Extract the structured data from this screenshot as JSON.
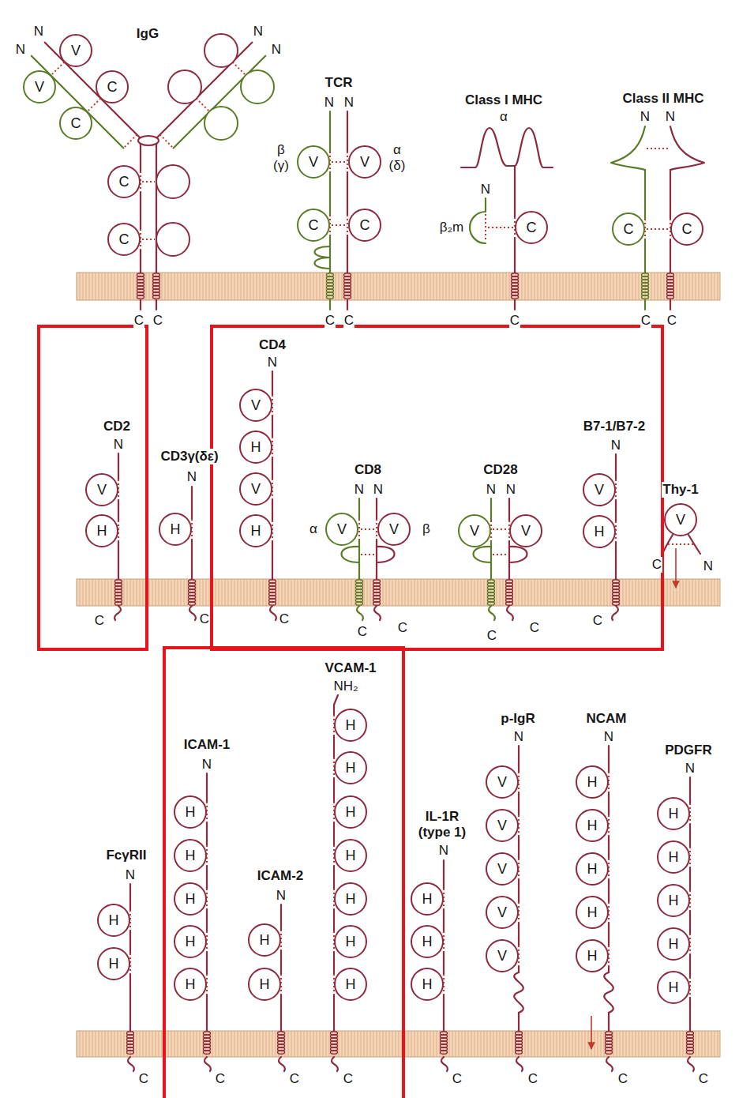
{
  "diagram": {
    "nodes": [
      {
        "text": [
          "V"
        ]
      },
      {
        "text": [
          "V"
        ]
      },
      {
        "text": [
          "C"
        ]
      },
      {
        "text": [
          "C"
        ]
      },
      {
        "text": [
          "C"
        ]
      },
      {
        "text": [
          "C"
        ]
      },
      {
        "text": [
          "V"
        ]
      },
      {
        "text": [
          "V"
        ]
      },
      {
        "text": [
          "C"
        ]
      },
      {
        "text": [
          "C"
        ]
      },
      {
        "text": [
          "C"
        ]
      },
      {
        "text": [
          "C"
        ]
      },
      {
        "text": [
          "C"
        ]
      },
      {
        "text": [
          "V"
        ]
      },
      {
        "text": [
          "H"
        ]
      },
      {
        "text": [
          "H"
        ]
      },
      {
        "text": [
          "V"
        ]
      },
      {
        "text": [
          "H"
        ]
      },
      {
        "text": [
          "V"
        ]
      },
      {
        "text": [
          "H"
        ]
      },
      {
        "text": [
          "V"
        ]
      },
      {
        "text": [
          "V"
        ]
      },
      {
        "text": [
          "V"
        ]
      },
      {
        "text": [
          "V"
        ]
      },
      {
        "text": [
          "V"
        ]
      },
      {
        "text": [
          "H"
        ]
      },
      {
        "text": [
          "V"
        ]
      },
      {
        "text": [
          "H"
        ]
      },
      {
        "text": [
          "H"
        ]
      },
      {
        "text": [
          "H"
        ]
      },
      {
        "text": [
          "H"
        ]
      },
      {
        "text": [
          "H"
        ]
      },
      {
        "text": [
          "H"
        ]
      },
      {
        "text": [
          "H"
        ]
      },
      {
        "text": [
          "H"
        ]
      },
      {
        "text": [
          "H"
        ]
      },
      {
        "text": [
          "H"
        ]
      },
      {
        "text": [
          "H"
        ]
      },
      {
        "text": [
          "H"
        ]
      },
      {
        "text": [
          "H"
        ]
      },
      {
        "text": [
          "H"
        ]
      },
      {
        "text": [
          "H"
        ]
      },
      {
        "text": [
          "H"
        ]
      },
      {
        "text": [
          "H"
        ]
      },
      {
        "text": [
          "H"
        ]
      },
      {
        "text": [
          "H"
        ]
      },
      {
        "text": [
          "V"
        ]
      },
      {
        "text": [
          "V"
        ]
      },
      {
        "text": [
          "V"
        ]
      },
      {
        "text": [
          "V"
        ]
      },
      {
        "text": [
          "V"
        ]
      },
      {
        "text": [
          "H"
        ]
      },
      {
        "text": [
          "H"
        ]
      },
      {
        "text": [
          "H"
        ]
      },
      {
        "text": [
          "H"
        ]
      },
      {
        "text": [
          "H"
        ]
      },
      {
        "text": [
          "H"
        ]
      },
      {
        "text": [
          "H"
        ]
      },
      {
        "text": [
          "H"
        ]
      },
      {
        "text": [
          "H"
        ]
      },
      {
        "text": [
          "H"
        ]
      }
    ],
    "labels": [
      "N",
      "N",
      "IgG",
      "N",
      "N",
      "C",
      "C",
      "TCR",
      "N",
      "N",
      "β (γ)",
      "α (δ)",
      "C",
      "C",
      "Class I MHC",
      "α",
      "N",
      "β₂m",
      "C",
      "Class II MHC",
      "N",
      "N",
      "C",
      "C",
      "CD2",
      "N",
      "C",
      "CD3γ(δε)",
      "N",
      "C",
      "CD4",
      "N",
      "C",
      "CD8",
      "N",
      "N",
      "α",
      "β",
      "C",
      "C",
      "CD28",
      "N",
      "N",
      "C",
      "C",
      "B7-1/B7-2",
      "N",
      "C",
      "Thy-1",
      "C",
      "N",
      "FcγRII",
      "N",
      "C",
      "ICAM-1",
      "N",
      "C",
      "ICAM-2",
      "N",
      "C",
      "VCAM-1",
      "NH₂",
      "C",
      "IL-1R (type 1)",
      "N",
      "C",
      "p-IgR",
      "N",
      "C",
      "NCAM",
      "N",
      "C",
      "PDGFR",
      "N",
      "C"
    ]
  }
}
